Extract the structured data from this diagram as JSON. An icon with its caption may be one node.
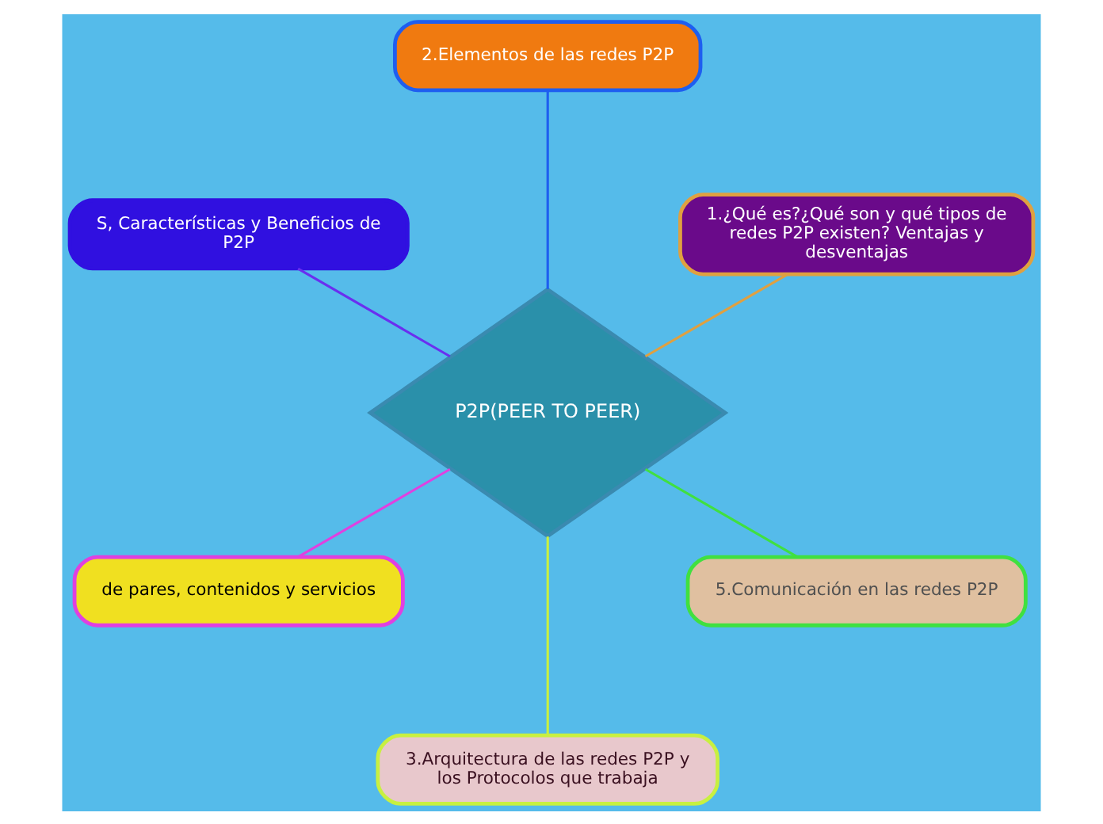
{
  "diagram": {
    "nodes": [
      {
        "text": [
          "P2P(PEER TO PEER)"
        ]
      },
      {
        "text": [
          "1.¿Qué es?¿Qué son y qué tipos de redes P2P existen? Ventajas y desventajas"
        ]
      },
      {
        "text": [
          "2.Elementos de las redes P2P"
        ]
      },
      {
        "text": [
          "S, Características y Beneficios de P2P"
        ]
      },
      {
        "text": [
          "de pares, contenidos y servicios"
        ]
      },
      {
        "text": [
          "3.Arquitectura de las redes P2P y los Protocolos que trabaja"
        ]
      },
      {
        "text": [
          "5.Comunicación en las redes P2P"
        ]
      }
    ],
    "edges": [
      {
        "from": 0,
        "to": 1,
        "arrow": "none",
        "color": "#e0a040"
      },
      {
        "from": 0,
        "to": 2,
        "arrow": "none",
        "color": "#1e5ef0"
      },
      {
        "from": 0,
        "to": 3,
        "arrow": "none",
        "color": "#6a2ff0"
      },
      {
        "from": 0,
        "to": 4,
        "arrow": "none",
        "color": "#e040e0"
      },
      {
        "from": 0,
        "to": 5,
        "arrow": "none",
        "color": "#c8f040"
      },
      {
        "from": 0,
        "to": 6,
        "arrow": "none",
        "color": "#40e040"
      }
    ]
  }
}
